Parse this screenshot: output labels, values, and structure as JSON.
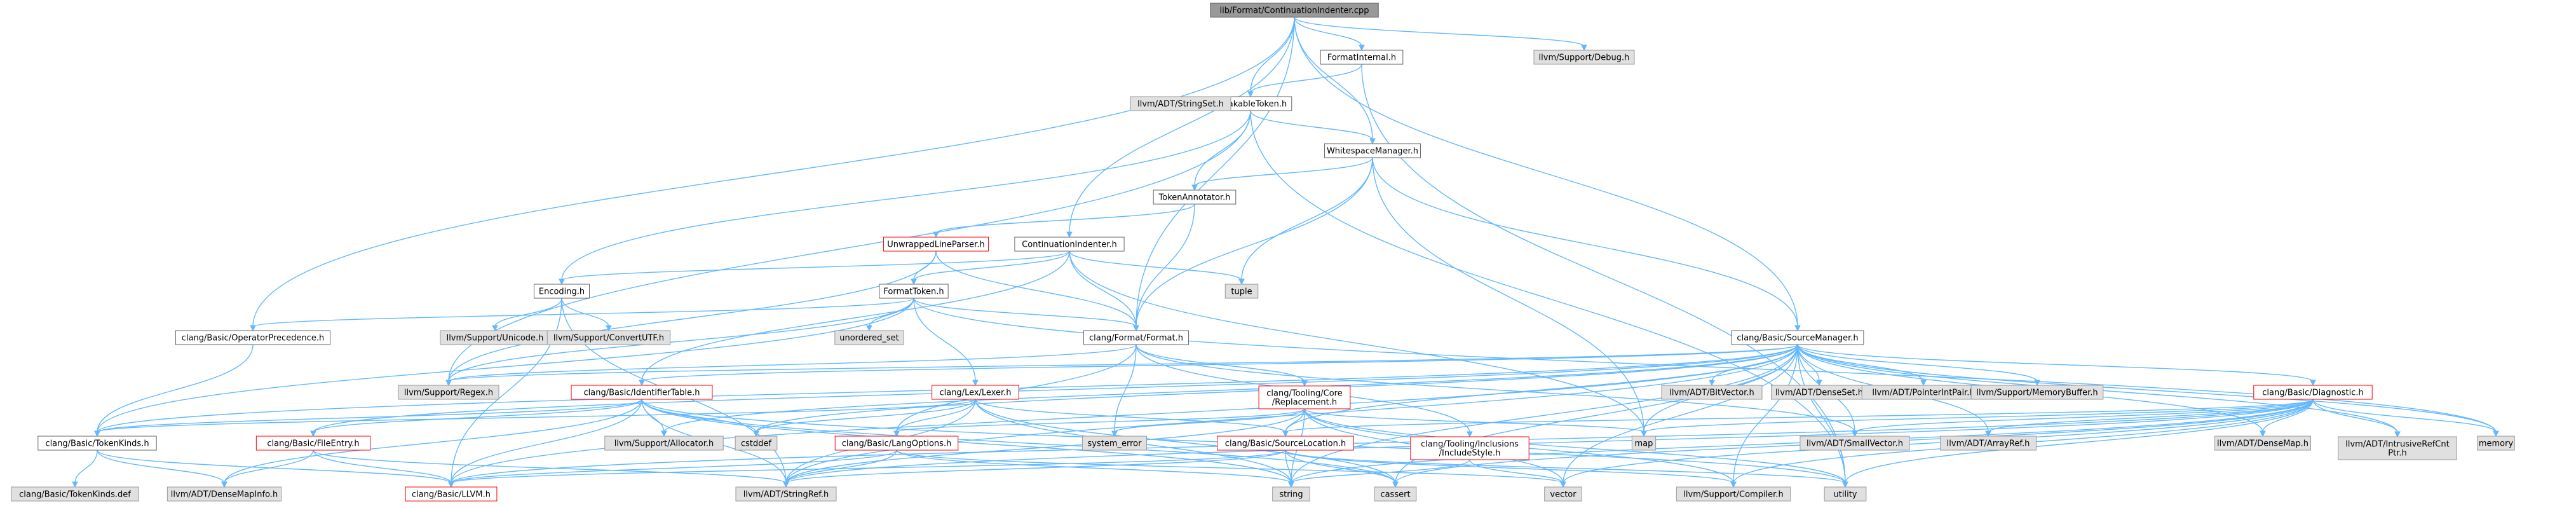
{
  "graph": {
    "nodes": [
      {
        "id": "root",
        "label": [
          "lib/Format/ContinuationIndenter.cpp"
        ],
        "style": "root"
      },
      {
        "id": "fi",
        "label": [
          "FormatInternal.h"
        ],
        "style": "normal"
      },
      {
        "id": "dbg",
        "label": [
          "llvm/Support/Debug.h"
        ],
        "style": "gray"
      },
      {
        "id": "bt",
        "label": [
          "BreakableToken.h"
        ],
        "style": "normal"
      },
      {
        "id": "ss",
        "label": [
          "llvm/ADT/StringSet.h"
        ],
        "style": "gray"
      },
      {
        "id": "wm",
        "label": [
          "WhitespaceManager.h"
        ],
        "style": "normal"
      },
      {
        "id": "ta",
        "label": [
          "TokenAnnotator.h"
        ],
        "style": "normal"
      },
      {
        "id": "ulp",
        "label": [
          "UnwrappedLineParser.h"
        ],
        "style": "red"
      },
      {
        "id": "ci",
        "label": [
          "ContinuationIndenter.h"
        ],
        "style": "normal"
      },
      {
        "id": "enc",
        "label": [
          "Encoding.h"
        ],
        "style": "normal"
      },
      {
        "id": "ft",
        "label": [
          "FormatToken.h"
        ],
        "style": "normal"
      },
      {
        "id": "tuple",
        "label": [
          "tuple"
        ],
        "style": "gray"
      },
      {
        "id": "uni",
        "label": [
          "llvm/Support/Unicode.h"
        ],
        "style": "gray"
      },
      {
        "id": "cutf",
        "label": [
          "llvm/Support/ConvertUTF.h"
        ],
        "style": "gray"
      },
      {
        "id": "uset",
        "label": [
          "unordered_set"
        ],
        "style": "gray"
      },
      {
        "id": "op",
        "label": [
          "clang/Basic/OperatorPrecedence.h"
        ],
        "style": "normal"
      },
      {
        "id": "cff",
        "label": [
          "clang/Format/Format.h"
        ],
        "style": "normal"
      },
      {
        "id": "sm",
        "label": [
          "clang/Basic/SourceManager.h"
        ],
        "style": "normal"
      },
      {
        "id": "rx",
        "label": [
          "llvm/Support/Regex.h"
        ],
        "style": "gray"
      },
      {
        "id": "it",
        "label": [
          "clang/Basic/IdentifierTable.h"
        ],
        "style": "red"
      },
      {
        "id": "lex",
        "label": [
          "clang/Lex/Lexer.h"
        ],
        "style": "red"
      },
      {
        "id": "repl",
        "label": [
          "clang/Tooling/Core",
          "/Replacement.h"
        ],
        "style": "red"
      },
      {
        "id": "bv",
        "label": [
          "llvm/ADT/BitVector.h"
        ],
        "style": "gray"
      },
      {
        "id": "ds",
        "label": [
          "llvm/ADT/DenseSet.h"
        ],
        "style": "gray"
      },
      {
        "id": "pip",
        "label": [
          "llvm/ADT/PointerIntPair.h"
        ],
        "style": "gray"
      },
      {
        "id": "mb",
        "label": [
          "llvm/Support/MemoryBuffer.h"
        ],
        "style": "gray"
      },
      {
        "id": "diag",
        "label": [
          "clang/Basic/Diagnostic.h"
        ],
        "style": "red"
      },
      {
        "id": "tk",
        "label": [
          "clang/Basic/TokenKinds.h"
        ],
        "style": "normal"
      },
      {
        "id": "fe",
        "label": [
          "clang/Basic/FileEntry.h"
        ],
        "style": "red"
      },
      {
        "id": "alloc",
        "label": [
          "llvm/Support/Allocator.h"
        ],
        "style": "gray"
      },
      {
        "id": "cstddef",
        "label": [
          "cstddef"
        ],
        "style": "gray"
      },
      {
        "id": "lo",
        "label": [
          "clang/Basic/LangOptions.h"
        ],
        "style": "red"
      },
      {
        "id": "se",
        "label": [
          "system_error"
        ],
        "style": "gray"
      },
      {
        "id": "sl",
        "label": [
          "clang/Basic/SourceLocation.h"
        ],
        "style": "red"
      },
      {
        "id": "incs",
        "label": [
          "clang/Tooling/Inclusions",
          "/IncludeStyle.h"
        ],
        "style": "red"
      },
      {
        "id": "map",
        "label": [
          "map"
        ],
        "style": "gray"
      },
      {
        "id": "sv",
        "label": [
          "llvm/ADT/SmallVector.h"
        ],
        "style": "gray"
      },
      {
        "id": "ar",
        "label": [
          "llvm/ADT/ArrayRef.h"
        ],
        "style": "gray"
      },
      {
        "id": "dm",
        "label": [
          "llvm/ADT/DenseMap.h"
        ],
        "style": "gray"
      },
      {
        "id": "irc",
        "label": [
          "llvm/ADT/IntrusiveRefCnt",
          "Ptr.h"
        ],
        "style": "gray"
      },
      {
        "id": "mem",
        "label": [
          "memory"
        ],
        "style": "gray"
      },
      {
        "id": "tkd",
        "label": [
          "clang/Basic/TokenKinds.def"
        ],
        "style": "gray"
      },
      {
        "id": "dmi",
        "label": [
          "llvm/ADT/DenseMapInfo.h"
        ],
        "style": "gray"
      },
      {
        "id": "llvm",
        "label": [
          "clang/Basic/LLVM.h"
        ],
        "style": "red"
      },
      {
        "id": "sr",
        "label": [
          "llvm/ADT/StringRef.h"
        ],
        "style": "gray"
      },
      {
        "id": "str",
        "label": [
          "string"
        ],
        "style": "gray"
      },
      {
        "id": "cas",
        "label": [
          "cassert"
        ],
        "style": "gray"
      },
      {
        "id": "vec",
        "label": [
          "vector"
        ],
        "style": "gray"
      },
      {
        "id": "comp",
        "label": [
          "llvm/Support/Compiler.h"
        ],
        "style": "gray"
      },
      {
        "id": "util",
        "label": [
          "utility"
        ],
        "style": "gray"
      }
    ],
    "edges": [
      [
        "root",
        "fi"
      ],
      [
        "root",
        "dbg"
      ],
      [
        "root",
        "bt"
      ],
      [
        "root",
        "wm"
      ],
      [
        "root",
        "ci"
      ],
      [
        "root",
        "op"
      ],
      [
        "root",
        "cff"
      ],
      [
        "root",
        "sm"
      ],
      [
        "fi",
        "bt"
      ],
      [
        "fi",
        "util"
      ],
      [
        "bt",
        "ss"
      ],
      [
        "bt",
        "wm"
      ],
      [
        "bt",
        "ta"
      ],
      [
        "bt",
        "enc"
      ],
      [
        "bt",
        "rx"
      ],
      [
        "bt",
        "util"
      ],
      [
        "wm",
        "ta"
      ],
      [
        "wm",
        "tuple"
      ],
      [
        "wm",
        "cff"
      ],
      [
        "wm",
        "sm"
      ],
      [
        "wm",
        "map"
      ],
      [
        "ta",
        "ulp"
      ],
      [
        "ta",
        "cff"
      ],
      [
        "ulp",
        "ft"
      ],
      [
        "ulp",
        "cff"
      ],
      [
        "ulp",
        "rx"
      ],
      [
        "ci",
        "enc"
      ],
      [
        "ci",
        "ft"
      ],
      [
        "ci",
        "cff"
      ],
      [
        "ci",
        "tuple"
      ],
      [
        "ci",
        "it"
      ],
      [
        "ci",
        "map"
      ],
      [
        "enc",
        "uni"
      ],
      [
        "enc",
        "cutf"
      ],
      [
        "enc",
        "sr"
      ],
      [
        "enc",
        "llvm"
      ],
      [
        "ft",
        "uset"
      ],
      [
        "ft",
        "op"
      ],
      [
        "ft",
        "cff"
      ],
      [
        "ft",
        "lex"
      ],
      [
        "ft",
        "rx"
      ],
      [
        "ft",
        "tk"
      ],
      [
        "ft",
        "mem"
      ],
      [
        "op",
        "tk"
      ],
      [
        "cff",
        "repl"
      ],
      [
        "cff",
        "incs"
      ],
      [
        "cff",
        "se"
      ],
      [
        "cff",
        "lo"
      ],
      [
        "cff",
        "rx"
      ],
      [
        "cff",
        "sv"
      ],
      [
        "sm",
        "rx"
      ],
      [
        "sm",
        "it"
      ],
      [
        "sm",
        "bv"
      ],
      [
        "sm",
        "ds"
      ],
      [
        "sm",
        "pip"
      ],
      [
        "sm",
        "mb"
      ],
      [
        "sm",
        "diag"
      ],
      [
        "sm",
        "sl"
      ],
      [
        "sm",
        "map"
      ],
      [
        "sm",
        "sv"
      ],
      [
        "sm",
        "ar"
      ],
      [
        "sm",
        "dm"
      ],
      [
        "sm",
        "irc"
      ],
      [
        "sm",
        "mem"
      ],
      [
        "sm",
        "str"
      ],
      [
        "sm",
        "cas"
      ],
      [
        "sm",
        "vec"
      ],
      [
        "sm",
        "comp"
      ],
      [
        "sm",
        "util"
      ],
      [
        "sm",
        "fe"
      ],
      [
        "sm",
        "llvm"
      ],
      [
        "sm",
        "sr"
      ],
      [
        "sm",
        "alloc"
      ],
      [
        "sm",
        "cstddef"
      ],
      [
        "sm",
        "tk"
      ],
      [
        "it",
        "tk"
      ],
      [
        "it",
        "fe"
      ],
      [
        "it",
        "alloc"
      ],
      [
        "it",
        "cstddef"
      ],
      [
        "it",
        "llvm"
      ],
      [
        "it",
        "sr"
      ],
      [
        "it",
        "str"
      ],
      [
        "it",
        "cas"
      ],
      [
        "it",
        "util"
      ],
      [
        "it",
        "dmi"
      ],
      [
        "lex",
        "lo"
      ],
      [
        "lex",
        "sl"
      ],
      [
        "lex",
        "tk"
      ],
      [
        "lex",
        "sr"
      ],
      [
        "lex",
        "str"
      ],
      [
        "lex",
        "cas"
      ],
      [
        "lex",
        "cstddef"
      ],
      [
        "repl",
        "lo"
      ],
      [
        "repl",
        "sl"
      ],
      [
        "repl",
        "se"
      ],
      [
        "repl",
        "map"
      ],
      [
        "repl",
        "str"
      ],
      [
        "repl",
        "vec"
      ],
      [
        "repl",
        "util"
      ],
      [
        "repl",
        "sr"
      ],
      [
        "repl",
        "comp"
      ],
      [
        "diag",
        "sl"
      ],
      [
        "diag",
        "sv"
      ],
      [
        "diag",
        "ar"
      ],
      [
        "diag",
        "dm"
      ],
      [
        "diag",
        "irc"
      ],
      [
        "diag",
        "mem"
      ],
      [
        "diag",
        "str"
      ],
      [
        "diag",
        "cas"
      ],
      [
        "diag",
        "vec"
      ],
      [
        "diag",
        "comp"
      ],
      [
        "diag",
        "util"
      ],
      [
        "diag",
        "map"
      ],
      [
        "diag",
        "llvm"
      ],
      [
        "diag",
        "sr"
      ],
      [
        "tk",
        "tkd"
      ],
      [
        "tk",
        "dmi"
      ],
      [
        "tk",
        "llvm"
      ],
      [
        "fe",
        "llvm"
      ],
      [
        "fe",
        "dmi"
      ],
      [
        "fe",
        "sr"
      ],
      [
        "lo",
        "llvm"
      ],
      [
        "lo",
        "sr"
      ],
      [
        "lo",
        "str"
      ],
      [
        "lo",
        "vec"
      ],
      [
        "sl",
        "llvm"
      ],
      [
        "sl",
        "sr"
      ],
      [
        "sl",
        "str"
      ],
      [
        "sl",
        "cas"
      ],
      [
        "sl",
        "util"
      ],
      [
        "sl",
        "comp"
      ],
      [
        "incs",
        "str"
      ],
      [
        "incs",
        "vec"
      ]
    ]
  },
  "colors": {
    "edge": "#63b8ff",
    "normal_fill": "#ffffff",
    "normal_stroke": "#666666",
    "gray_fill": "#e0e0e0",
    "gray_stroke": "#999999",
    "red_stroke": "#ff0000",
    "root_fill": "#999999"
  }
}
